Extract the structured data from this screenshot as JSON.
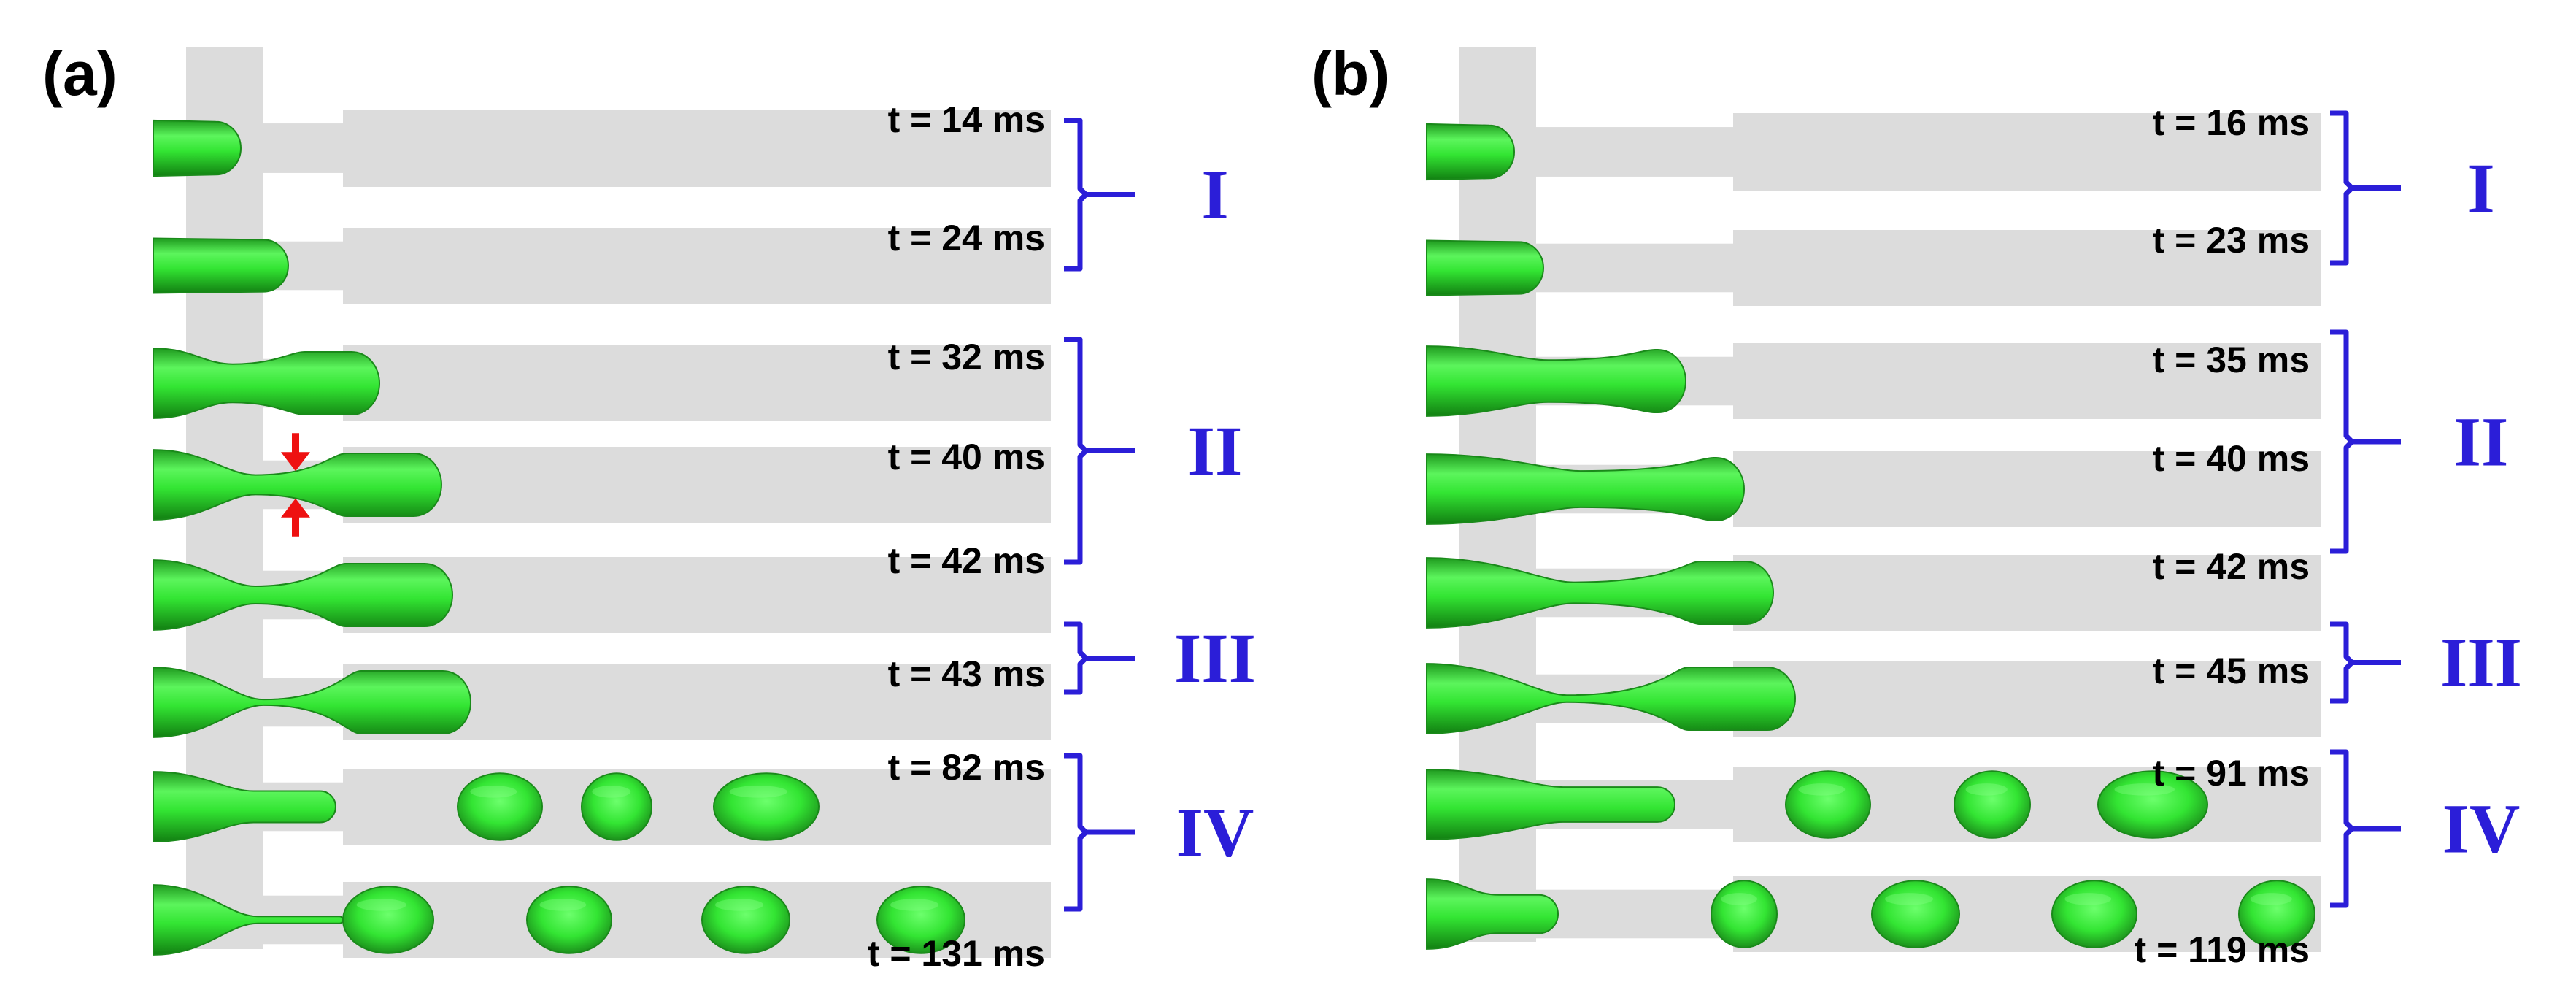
{
  "colors": {
    "channel": "#dcdcdc",
    "fluid": "#33e533",
    "fluid_dark": "#1a8a1a",
    "fluid_highlight": "#8dff8d",
    "bracket": "#2b1ed8",
    "stage_text": "#2b1ed8",
    "pinch_arrow": "#ee1111"
  },
  "panels": [
    {
      "letter": "(a)",
      "frames": [
        {
          "time": "t = 14 ms"
        },
        {
          "time": "t = 24 ms"
        },
        {
          "time": "t = 32 ms"
        },
        {
          "time": "t = 40 ms"
        },
        {
          "time": "t = 42 ms"
        },
        {
          "time": "t = 43 ms"
        },
        {
          "time": "t = 82 ms"
        },
        {
          "time": "t = 131 ms"
        }
      ],
      "stages": [
        "I",
        "II",
        "III",
        "IV"
      ]
    },
    {
      "letter": "(b)",
      "frames": [
        {
          "time": "t = 16 ms"
        },
        {
          "time": "t = 23 ms"
        },
        {
          "time": "t = 35 ms"
        },
        {
          "time": "t = 40 ms"
        },
        {
          "time": "t = 42 ms"
        },
        {
          "time": "t = 45 ms"
        },
        {
          "time": "t = 91 ms"
        },
        {
          "time": "t = 119 ms"
        }
      ],
      "stages": [
        "I",
        "II",
        "III",
        "IV"
      ]
    }
  ]
}
